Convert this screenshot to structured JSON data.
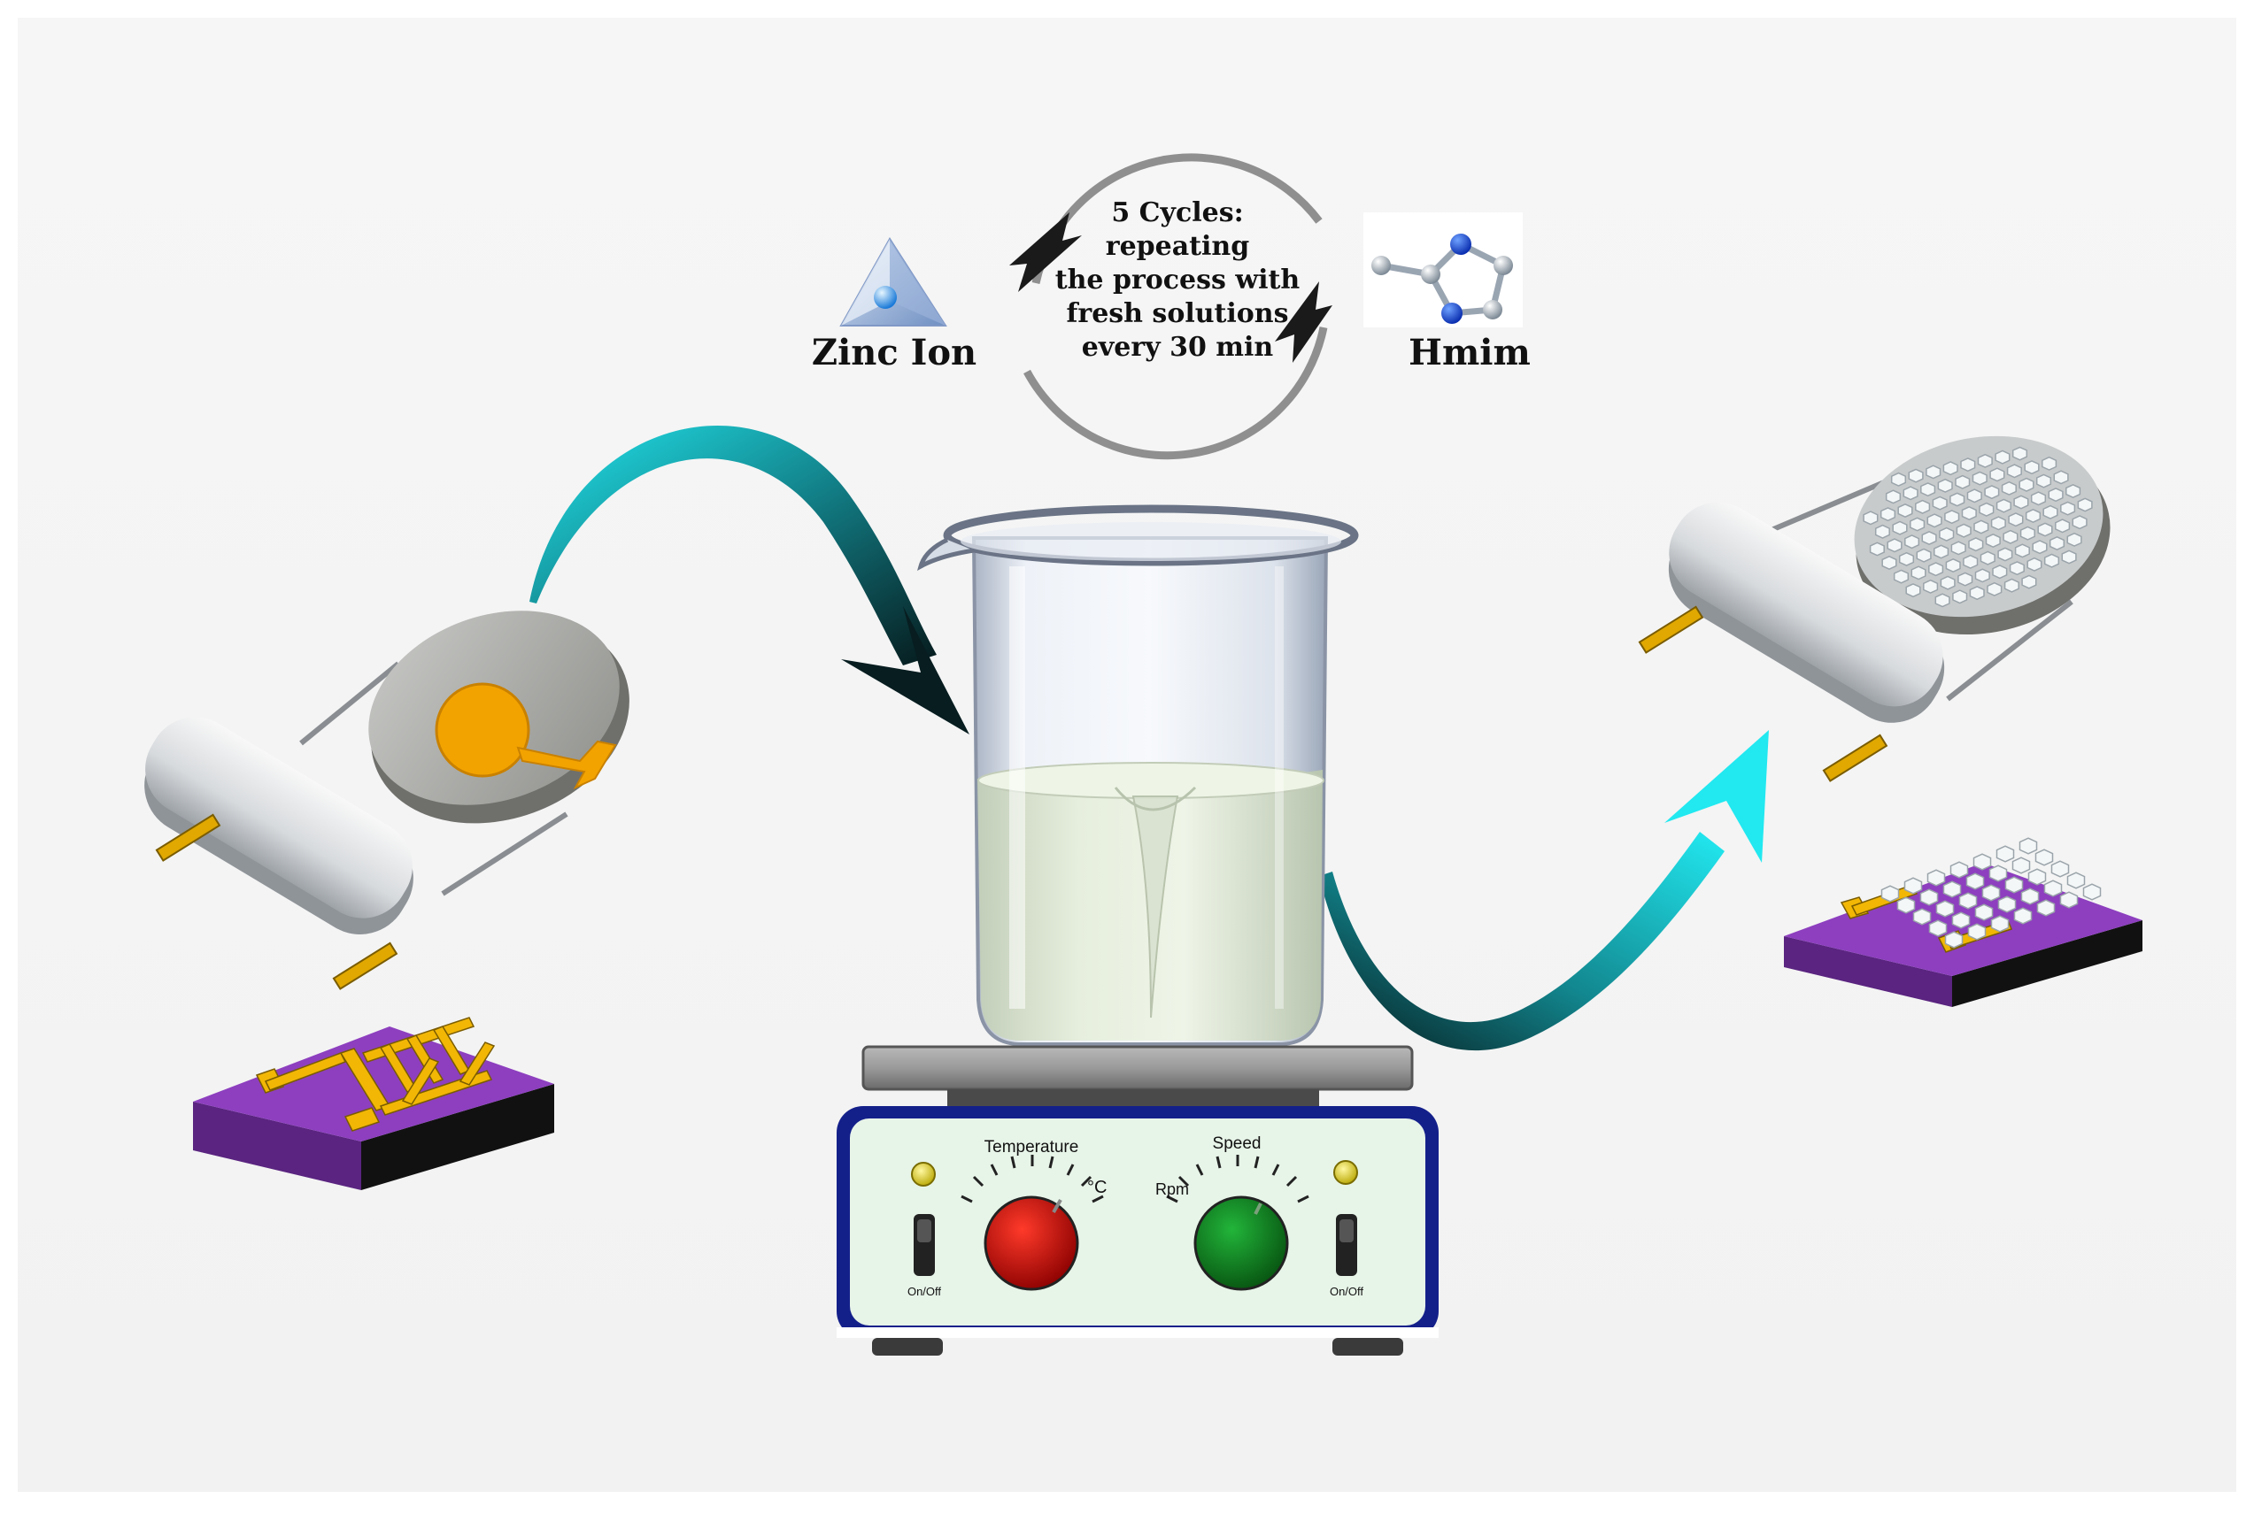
{
  "cycle": {
    "lines": [
      "5 Cycles:",
      "repeating",
      "the process with",
      "fresh solutions",
      "every 30 min"
    ]
  },
  "reagents": {
    "zinc_label": "Zinc Ion",
    "hmim_label": "Hmim"
  },
  "stirrer": {
    "temperature_label": "Temperature",
    "speed_label": "Speed",
    "temp_unit": "°C",
    "speed_unit": "Rpm",
    "switch_label": "On/Off",
    "temp_knob_color": "#cc0000",
    "speed_knob_color": "#0f8a1f",
    "indicator_color": "#e4d20a"
  },
  "colors": {
    "substrate_purple": "#8d3fbf",
    "electrode_gold": "#f2b705",
    "arrow_cyan": "#1fe0ea",
    "arrow_dark": "#0b2a2e"
  }
}
